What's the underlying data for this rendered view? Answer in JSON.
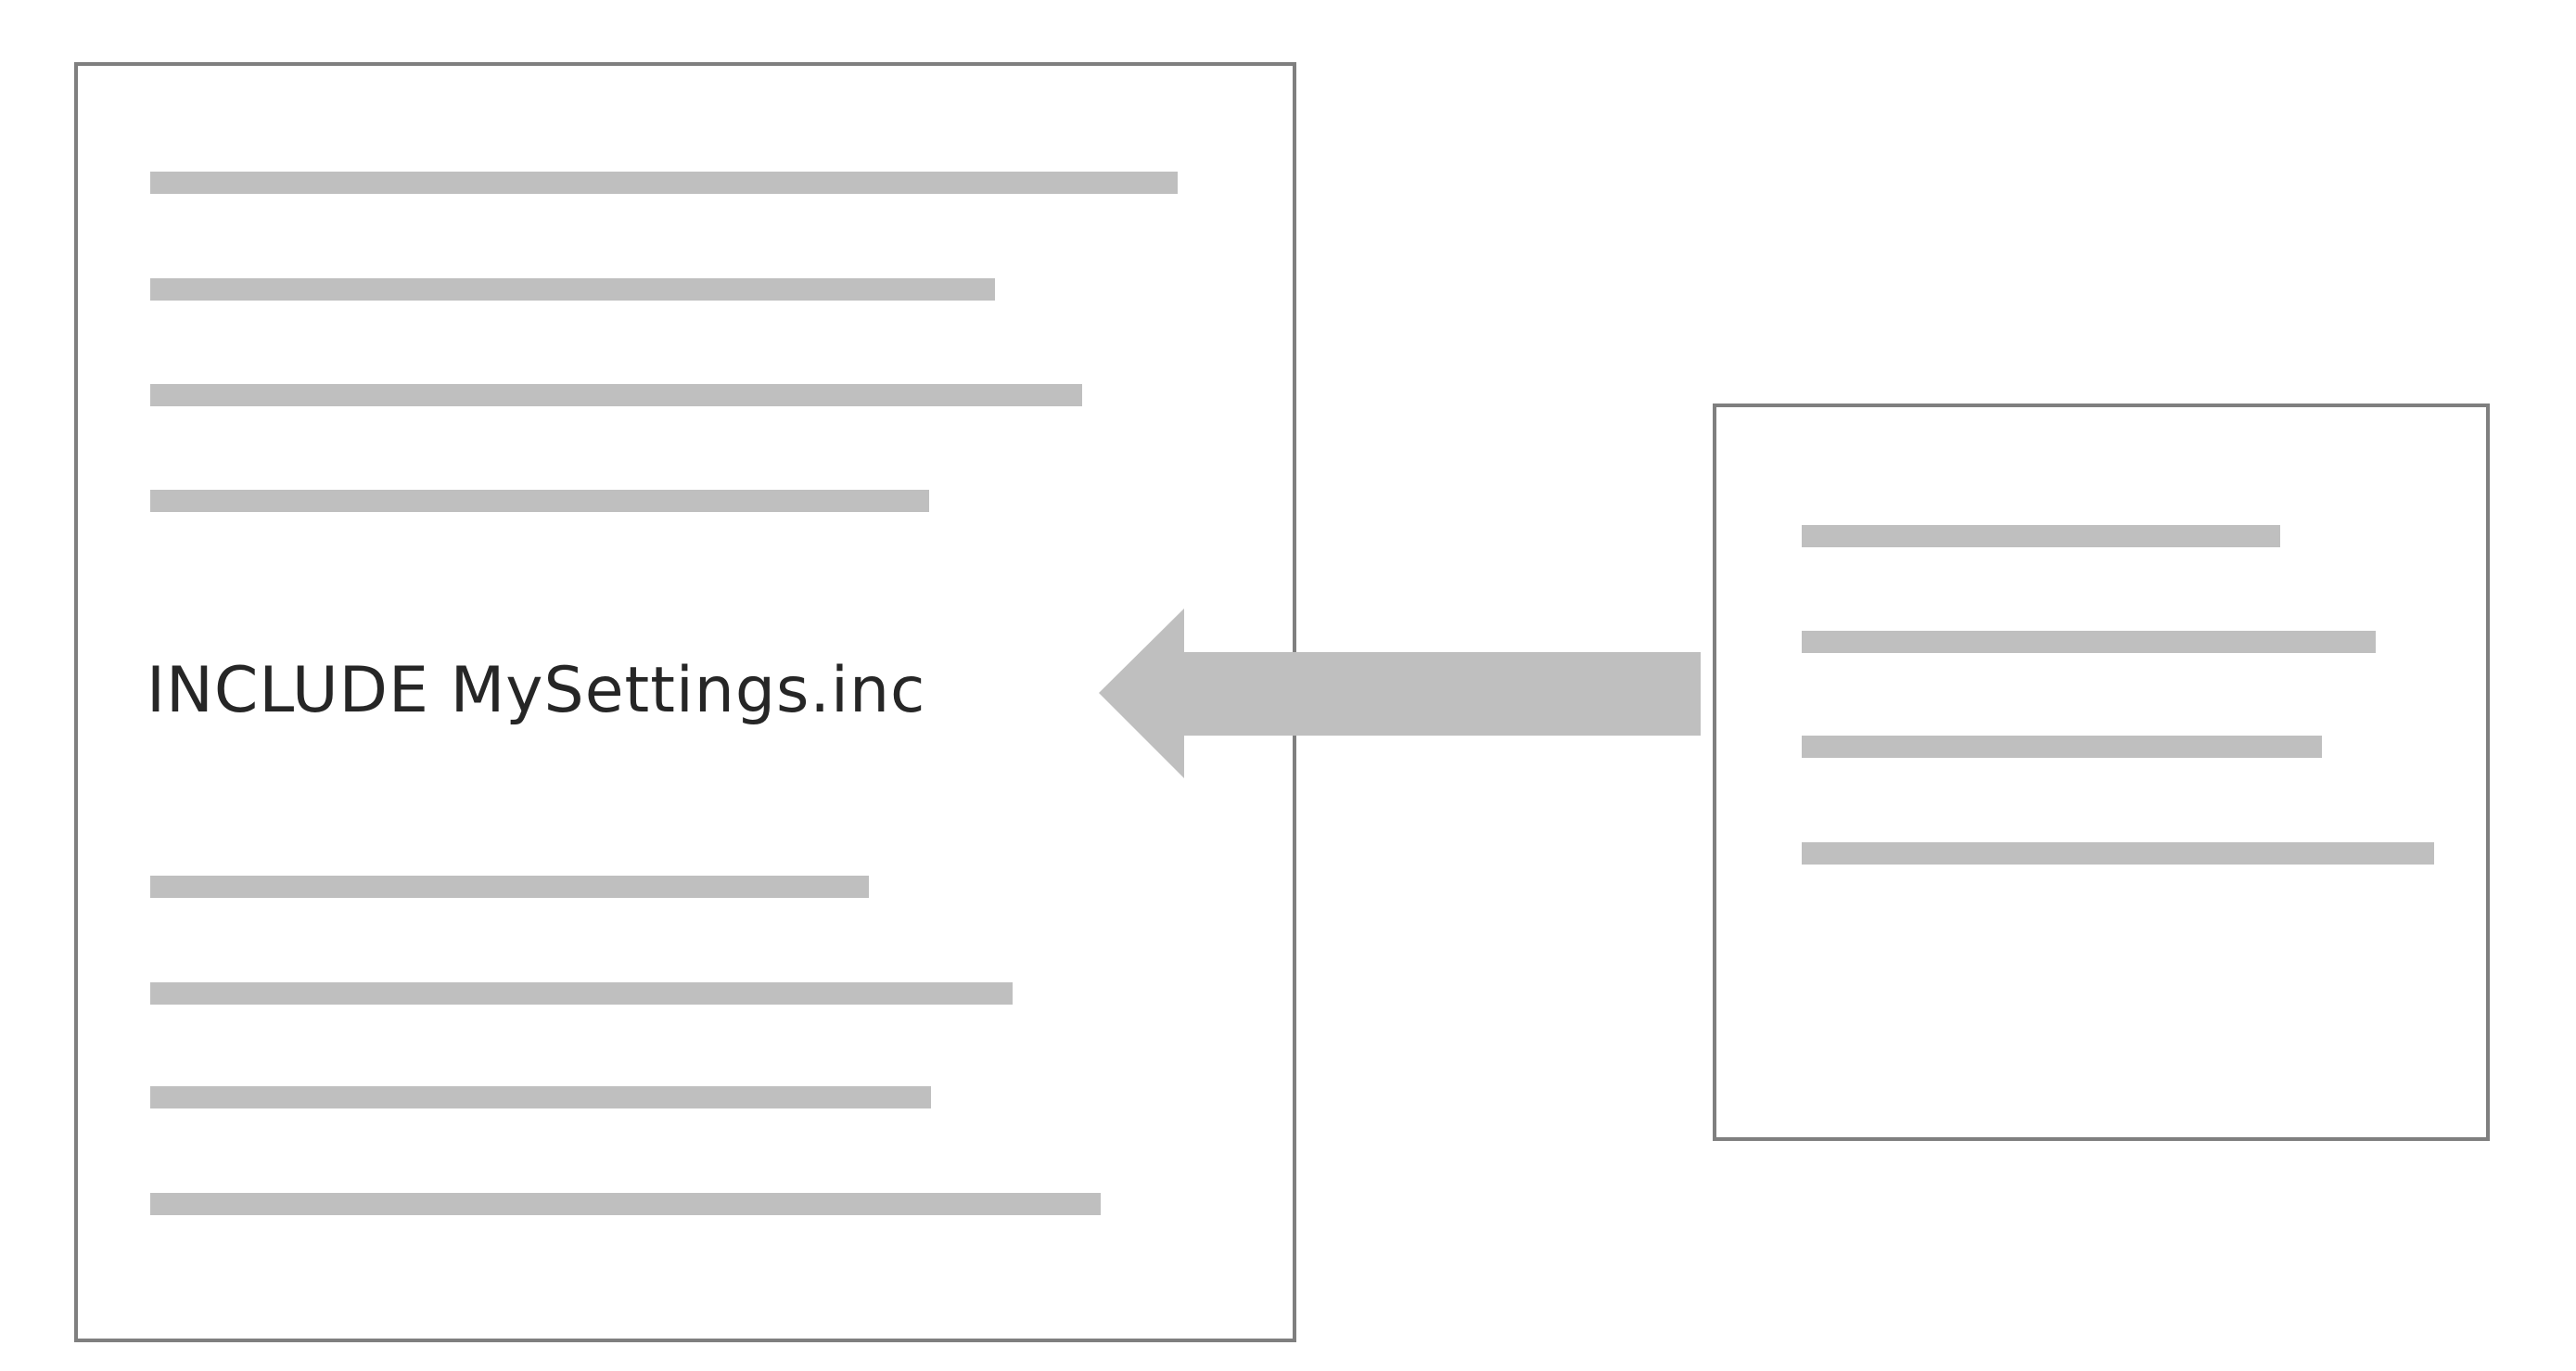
{
  "main_document": {
    "include_statement": "INCLUDE MySettings.inc",
    "lines_above": 4,
    "lines_below": 4
  },
  "included_file": {
    "lines": 4
  },
  "colors": {
    "border": "#7f7f7f",
    "text_line": "#bfbfbf",
    "arrow": "#bfbfbf",
    "text": "#262626",
    "background": "#ffffff"
  },
  "icons": {
    "arrow": "left-arrow"
  }
}
